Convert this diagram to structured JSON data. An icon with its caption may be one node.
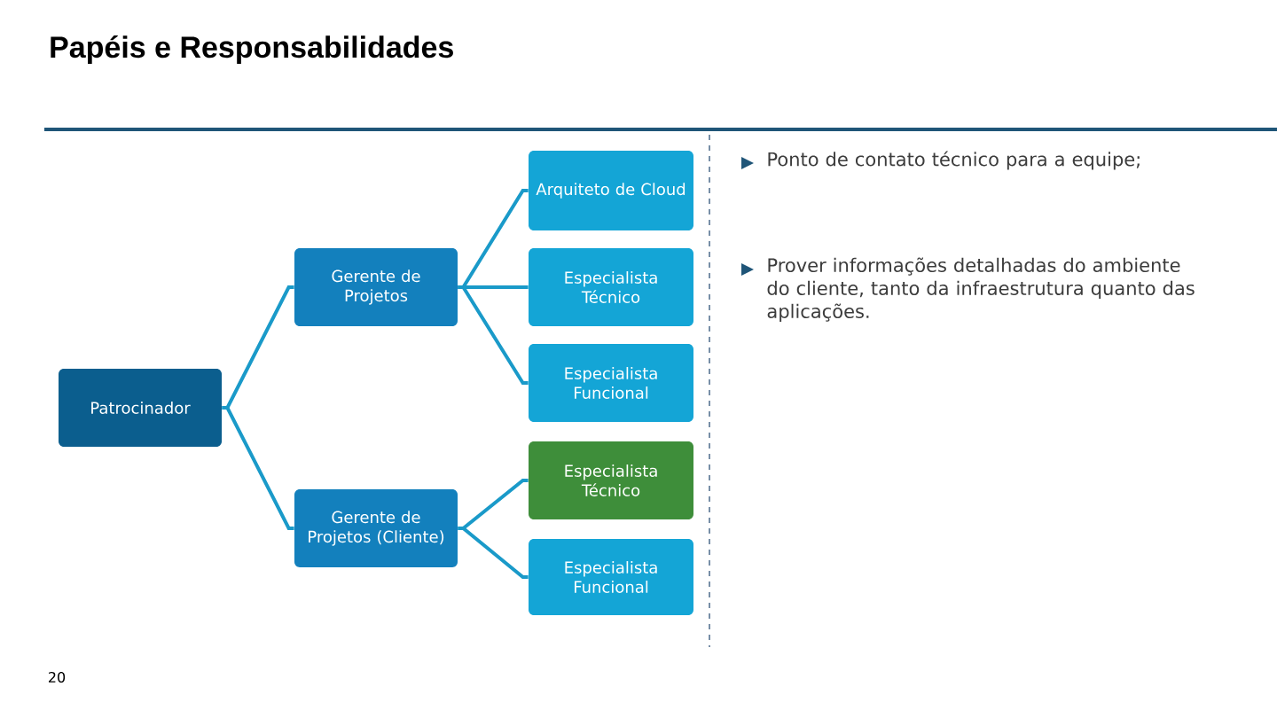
{
  "diagram": {
    "title": "Papéis e Responsabilidades",
    "nodes": [
      {
        "text": [
          "Patrocinador"
        ]
      },
      {
        "text": [
          "Gerente de Projetos"
        ]
      },
      {
        "text": [
          "Gerente de Projetos (Cliente)"
        ]
      },
      {
        "text": [
          "Arquiteto de Cloud"
        ]
      },
      {
        "text": [
          "Especialista Técnico"
        ]
      },
      {
        "text": [
          "Especialista Funcional"
        ]
      },
      {
        "text": [
          "Especialista Técnico"
        ]
      },
      {
        "text": [
          "Especialista Funcional"
        ]
      }
    ],
    "edges": [
      {
        "from": 0,
        "to": 1,
        "arrow": "none"
      },
      {
        "from": 0,
        "to": 2,
        "arrow": "none"
      },
      {
        "from": 1,
        "to": 3,
        "arrow": "none"
      },
      {
        "from": 1,
        "to": 4,
        "arrow": "none"
      },
      {
        "from": 1,
        "to": 5,
        "arrow": "none"
      },
      {
        "from": 2,
        "to": 6,
        "arrow": "none"
      },
      {
        "from": 2,
        "to": 7,
        "arrow": "none"
      }
    ],
    "labels": [
      "Ponto de contato técnico para a equipe;",
      "Prover informações detalhadas do ambiente do cliente, tanto da infraestrutura quanto das aplicações.",
      "20"
    ]
  }
}
